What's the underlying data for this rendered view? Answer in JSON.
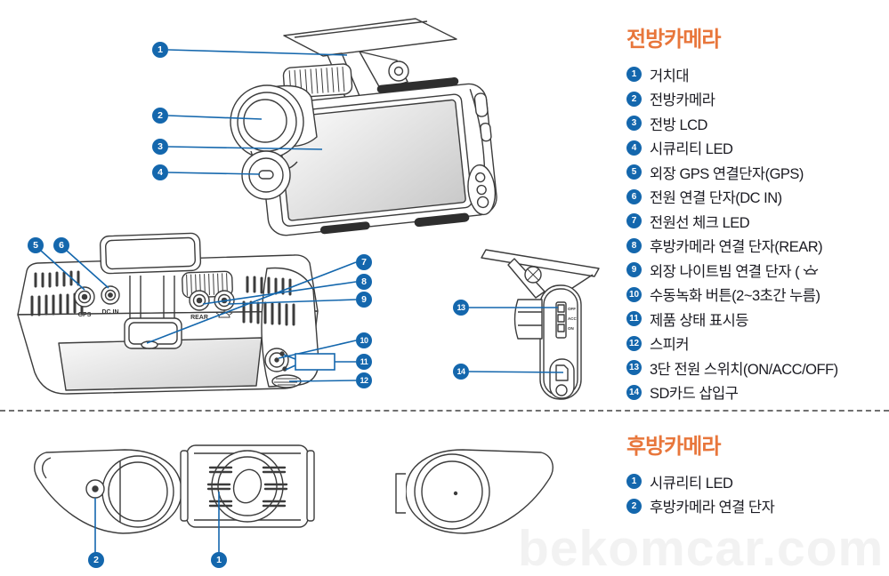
{
  "colors": {
    "accent_blue": "#1467ad",
    "heading_orange": "#e8763b",
    "text_dark": "#1b1b22"
  },
  "watermark": "bekomcar.com",
  "panels": {
    "front": {
      "title": "전방카메라",
      "items": [
        {
          "n": "1",
          "label": "거치대"
        },
        {
          "n": "2",
          "label": "전방카메라"
        },
        {
          "n": "3",
          "label": "전방 LCD"
        },
        {
          "n": "4",
          "label": "시큐리티 LED"
        },
        {
          "n": "5",
          "label": "외장 GPS 연결단자(GPS)"
        },
        {
          "n": "6",
          "label": "전원 연결 단자(DC IN)"
        },
        {
          "n": "7",
          "label": "전원선 체크 LED"
        },
        {
          "n": "8",
          "label": "후방카메라 연결 단자(REAR)"
        },
        {
          "n": "9",
          "label": "외장 나이트빔 연결 단자 (",
          "icon": "nightbeam-lamp"
        },
        {
          "n": "10",
          "label": "수동녹화 버튼(2~3초간 누름)"
        },
        {
          "n": "11",
          "label": "제품 상태 표시등"
        },
        {
          "n": "12",
          "label": "스피커"
        },
        {
          "n": "13",
          "label": "3단 전원 스위치(ON/ACC/OFF)"
        },
        {
          "n": "14",
          "label": "SD카드 삽입구"
        }
      ]
    },
    "rear": {
      "title": "후방카메라",
      "items": [
        {
          "n": "1",
          "label": "시큐리티 LED"
        },
        {
          "n": "2",
          "label": "후방카메라 연결 단자"
        }
      ]
    }
  },
  "diagram_labels": {
    "gps": "GPS",
    "dc_in": "DC IN",
    "rear": "REAR",
    "switch_off": "OFF",
    "switch_acc": "ACC",
    "switch_on": "ON"
  },
  "callouts": {
    "front": [
      "1",
      "2",
      "3",
      "4"
    ],
    "top": [
      "5",
      "6",
      "7",
      "8",
      "9",
      "10",
      "11",
      "12"
    ],
    "side": [
      "13",
      "14"
    ],
    "rear_view": [
      "1",
      "2"
    ]
  }
}
